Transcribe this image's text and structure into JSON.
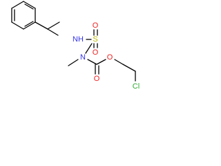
{
  "molecule": {
    "atoms": {
      "sulfonyl_nh": "NH",
      "sulfur": "S",
      "sulfonyl_o_top": "O",
      "sulfonyl_o_bottom": "O",
      "carbamate_n": "N",
      "ester_o": "O",
      "carbonyl_o": "O",
      "chlorine": "Cl"
    }
  },
  "colors": {
    "bond": "#000000",
    "nitrogen": "#3333ee",
    "oxygen": "#ee2222",
    "sulfur": "#b8b800",
    "chlorine": "#33aa33"
  }
}
